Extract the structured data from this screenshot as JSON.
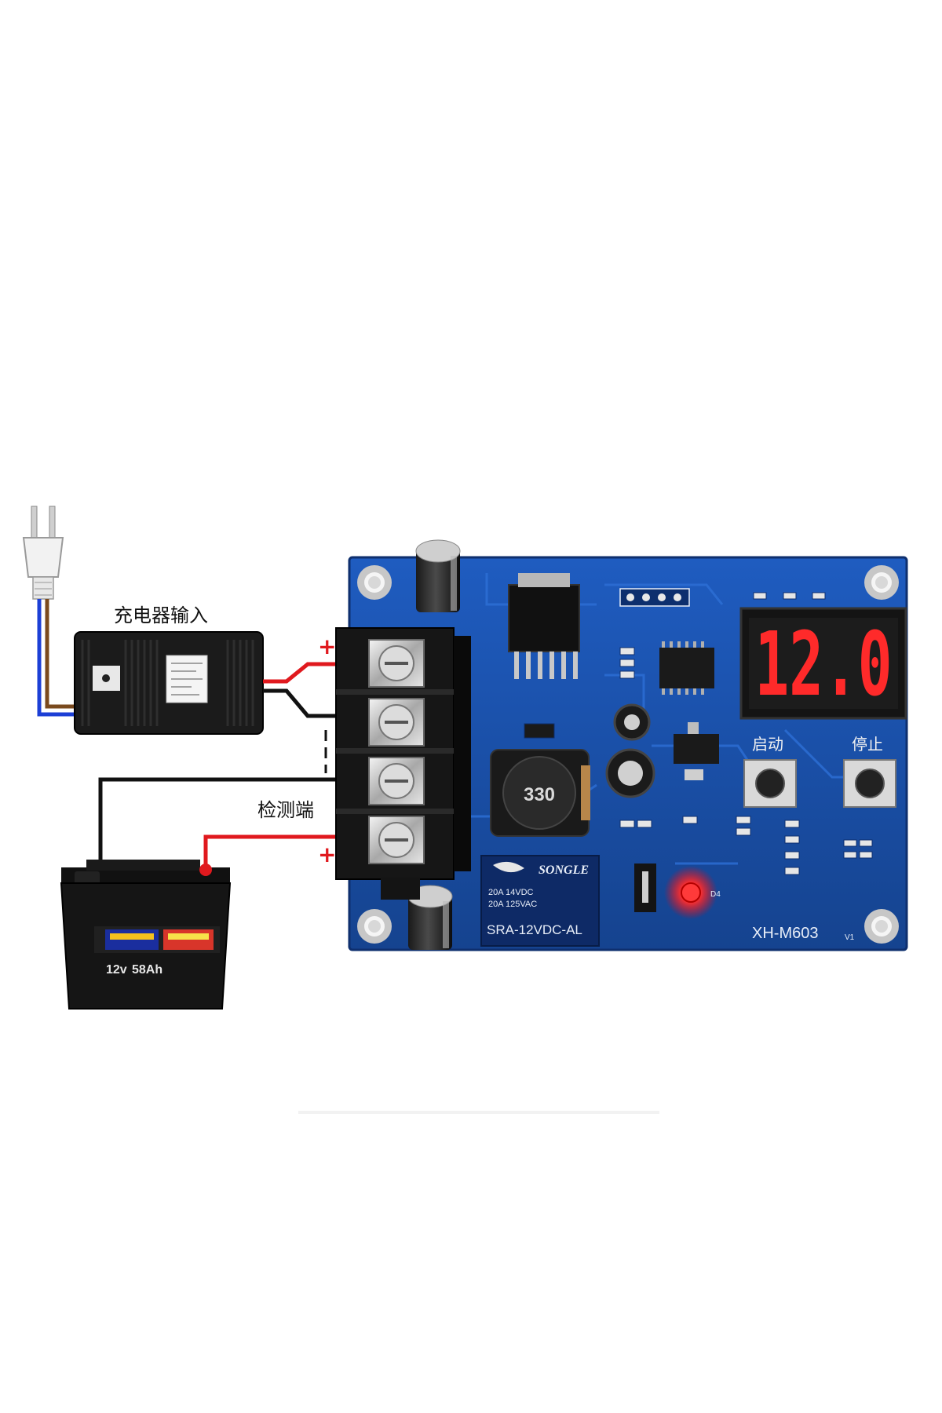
{
  "labels": {
    "charger_input": "充电器输入",
    "detect_terminal": "检测端",
    "plus_top": "+",
    "plus_bottom": "+",
    "button_start": "启动",
    "button_stop": "停止"
  },
  "display": {
    "reading": "12.0"
  },
  "board": {
    "model": "XH-M603",
    "version": "V1",
    "relay_model": "SRA-12VDC-AL",
    "relay_brand": "SONGLE",
    "relay_rating_1": "20A 14VDC",
    "relay_rating_2": "20A 125VAC",
    "inductor_code": "330",
    "led_label": "D4"
  },
  "battery": {
    "voltage": "12v",
    "capacity": "58Ah"
  },
  "colors": {
    "pcb": "#1a4fa8",
    "wire_red": "#e0191e",
    "wire_black": "#111111",
    "wire_blue": "#1c3fd6",
    "wire_brown": "#7a4a1e",
    "display_red": "#ff2a2a"
  }
}
